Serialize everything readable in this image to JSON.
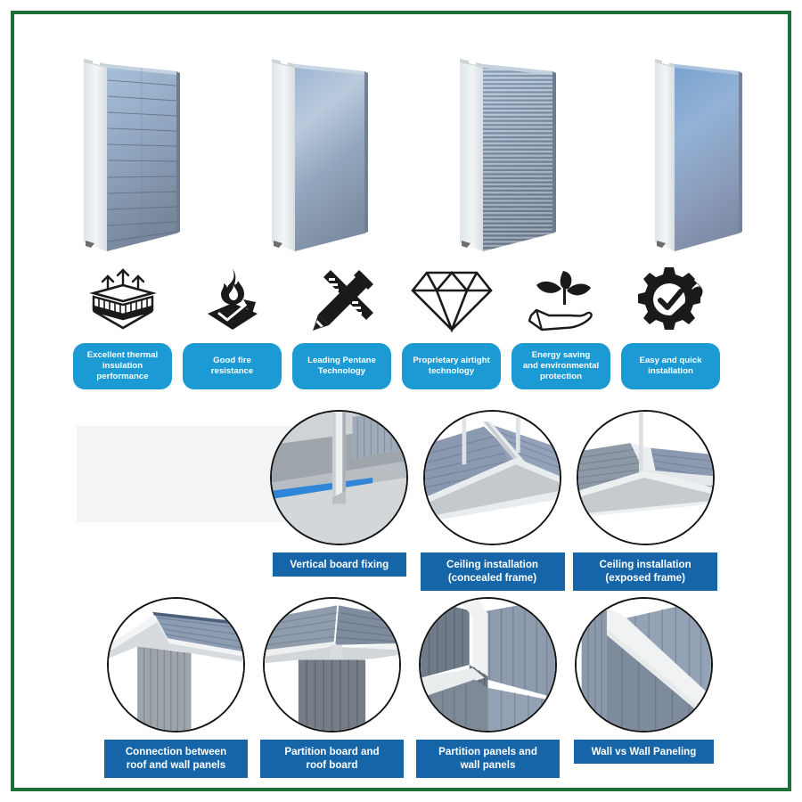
{
  "frame": {
    "border_color": "#1e7038"
  },
  "theme": {
    "pill_bg": "#1b9ad4",
    "caption_bg": "#1565a8",
    "text_on_color": "#ffffff",
    "icon_color": "#1a1a1a",
    "panel_face_blue": "#7f9cc0",
    "panel_edge_white": "#e9edef"
  },
  "products": {
    "panels": [
      {
        "name": "ribbed-wide-groove-panel",
        "icon": "sandwich-panel-wide-groove",
        "surface": "wide-horizontal-grooves",
        "grooves": 11
      },
      {
        "name": "smooth-flat-panel",
        "icon": "sandwich-panel-smooth",
        "surface": "smooth-flat",
        "grooves": 0
      },
      {
        "name": "fine-corrugated-panel",
        "icon": "sandwich-panel-corrugated",
        "surface": "fine-horizontal-corrugation",
        "grooves": 42
      },
      {
        "name": "plain-blue-panel",
        "icon": "sandwich-panel-plain",
        "surface": "plain-gloss",
        "grooves": 0
      }
    ]
  },
  "features": [
    {
      "icon": "layers-insulation-icon",
      "label": "Excellent thermal insulation performance",
      "lines": [
        "Excellent thermal",
        "insulation",
        "performance"
      ]
    },
    {
      "icon": "flame-fire-resistance-icon",
      "label": "Good fire resistance",
      "lines": [
        "Good fire",
        "resistance"
      ]
    },
    {
      "icon": "pencil-ruler-icon",
      "label": "Leading Pentane Technology",
      "lines": [
        "Leading Pentane",
        "Technology"
      ]
    },
    {
      "icon": "diamond-icon",
      "label": "Proprietary airtight technology",
      "lines": [
        "Proprietary airtight",
        "technology"
      ]
    },
    {
      "icon": "hand-plant-eco-icon",
      "label": "Energy saving and environmental protection",
      "lines": [
        "Energy saving",
        "and environmental",
        "protection"
      ]
    },
    {
      "icon": "gear-wrench-check-icon",
      "label": "Easy and quick installation",
      "lines": [
        "Easy and quick",
        "installation"
      ]
    }
  ],
  "installation": {
    "row_one": [
      {
        "image": "vertical-board-fixing-photo",
        "label": "Vertical board fixing",
        "lines": [
          "Vertical board fixing"
        ]
      },
      {
        "image": "ceiling-installation-concealed-frame-photo",
        "label": "Ceiling installation (concealed frame)",
        "lines": [
          "Ceiling installation",
          "(concealed frame)"
        ]
      },
      {
        "image": "ceiling-installation-exposed-frame-photo",
        "label": "Ceiling installation (exposed frame)",
        "lines": [
          "Ceiling installation",
          "(exposed frame)"
        ]
      }
    ],
    "row_two": [
      {
        "image": "roof-wall-panel-connection-photo",
        "label": "Connection between roof and wall panels",
        "lines": [
          "Connection between",
          "roof and wall panels"
        ]
      },
      {
        "image": "partition-board-roof-board-photo",
        "label": "Partition board and roof board",
        "lines": [
          "Partition board and",
          "roof board"
        ]
      },
      {
        "image": "partition-panels-wall-panels-photo",
        "label": "Partition panels and wall panels",
        "lines": [
          "Partition panels and",
          "wall panels"
        ]
      },
      {
        "image": "wall-vs-wall-paneling-photo",
        "label": "Wall vs Wall Paneling",
        "lines": [
          "Wall vs Wall Paneling"
        ]
      }
    ]
  }
}
